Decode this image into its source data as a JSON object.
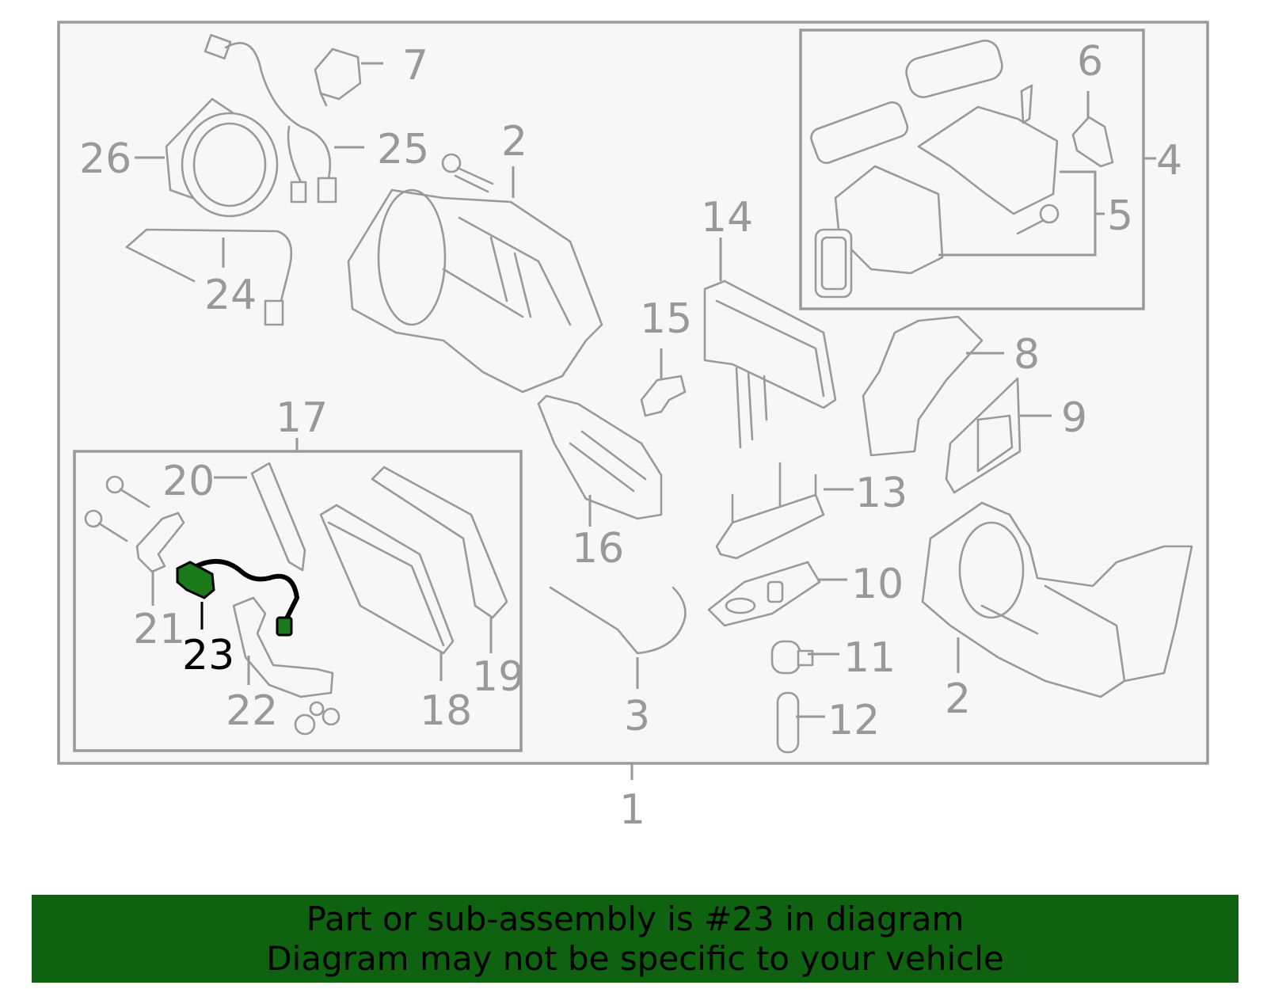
{
  "callouts": {
    "c1": "1",
    "c2a": "2",
    "c2b": "2",
    "c3": "3",
    "c4": "4",
    "c5": "5",
    "c6": "6",
    "c7": "7",
    "c8": "8",
    "c9": "9",
    "c10": "10",
    "c11": "11",
    "c12": "12",
    "c13": "13",
    "c14": "14",
    "c15": "15",
    "c16": "16",
    "c17": "17",
    "c18": "18",
    "c19": "19",
    "c20": "20",
    "c21": "21",
    "c22": "22",
    "c23": "23",
    "c24": "24",
    "c25": "25",
    "c26": "26"
  },
  "highlight_part": "23",
  "colors": {
    "banner": "#0f620f",
    "highlight": "#1a7a1a",
    "line": "#9a9a9a"
  },
  "banner": {
    "line1": "Part or sub-assembly is #23 in diagram",
    "line2": "Diagram may not be specific to your vehicle"
  }
}
